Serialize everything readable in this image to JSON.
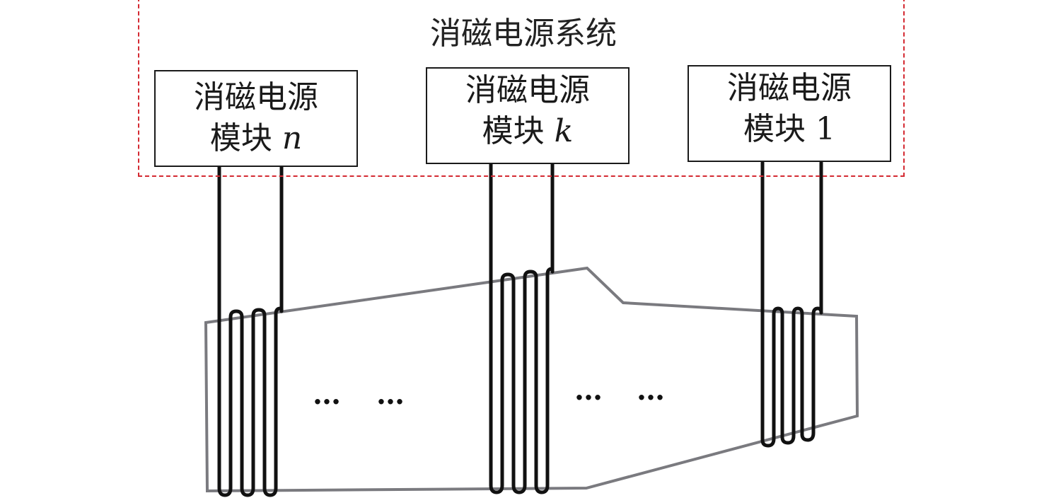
{
  "system": {
    "title": "消磁电源系统",
    "border_color": "#d42a32"
  },
  "modules": [
    {
      "line1": "消磁电源",
      "prefix": "模块",
      "index": "n",
      "index_italic": true
    },
    {
      "line1": "消磁电源",
      "prefix": "模块",
      "index": "k",
      "index_italic": true
    },
    {
      "line1": "消磁电源",
      "prefix": "模块",
      "index": "1",
      "index_italic": false
    }
  ],
  "ellipses": [
    "…",
    "…",
    "…",
    "…"
  ],
  "colors": {
    "hull_outline": "#7a7a7f",
    "wire": "#111111",
    "module_border": "#1a1a1a"
  }
}
